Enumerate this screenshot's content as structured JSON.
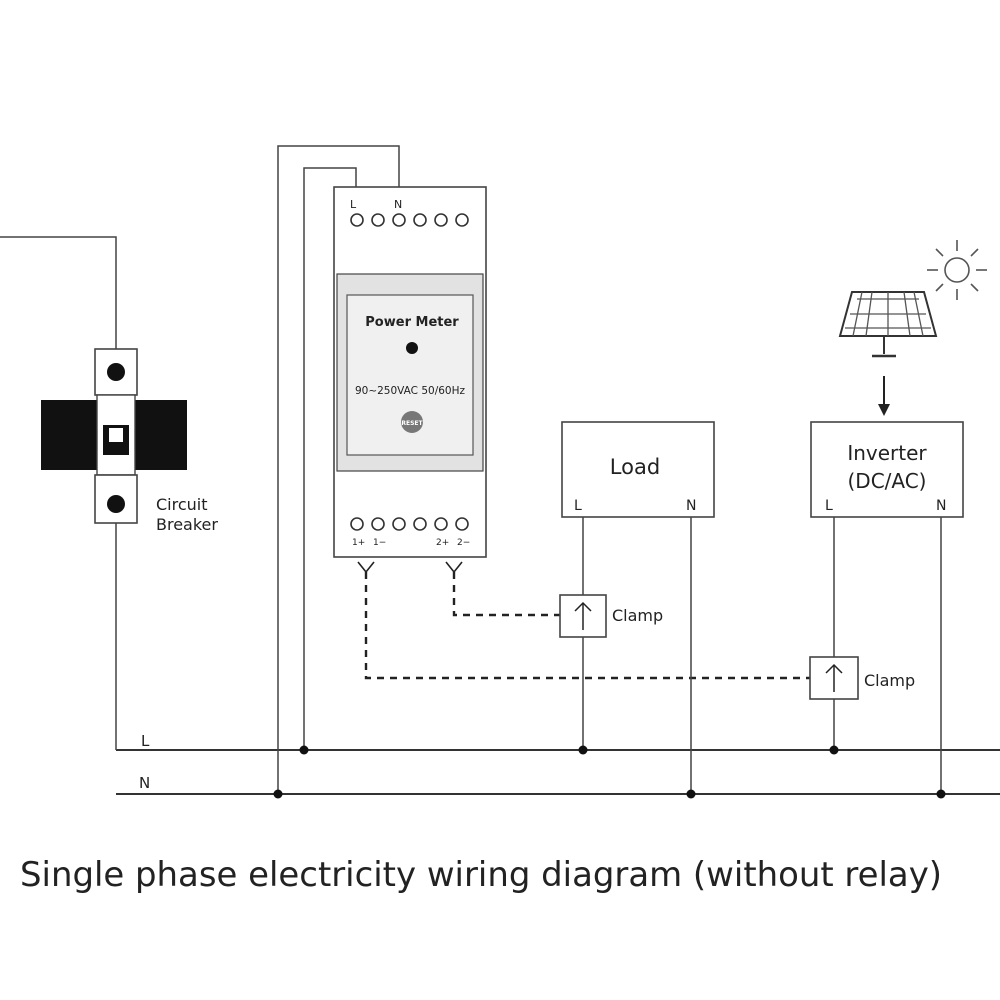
{
  "caption": "Single phase electricity wiring diagram (without relay)",
  "breaker": {
    "label_line1": "Circuit",
    "label_line2": "Breaker"
  },
  "meter": {
    "title": "Power Meter",
    "spec": "90~250VAC 50/60Hz",
    "reset_label": "RESET",
    "top_terminal_L": "L",
    "top_terminal_N": "N",
    "bottom_labels": [
      "1+",
      "1−",
      "2+",
      "2−"
    ]
  },
  "load": {
    "label": "Load",
    "terminal_L": "L",
    "terminal_N": "N"
  },
  "inverter": {
    "label_line1": "Inverter",
    "label_line2": "(DC/AC)",
    "terminal_L": "L",
    "terminal_N": "N"
  },
  "clamp_load": {
    "label": "Clamp"
  },
  "clamp_inverter": {
    "label": "Clamp"
  },
  "bus": {
    "L_label": "L",
    "N_label": "N"
  },
  "icons": [
    "solar-panel-icon",
    "sun-icon",
    "arrow-down-icon",
    "clamp-arrow-icon"
  ]
}
